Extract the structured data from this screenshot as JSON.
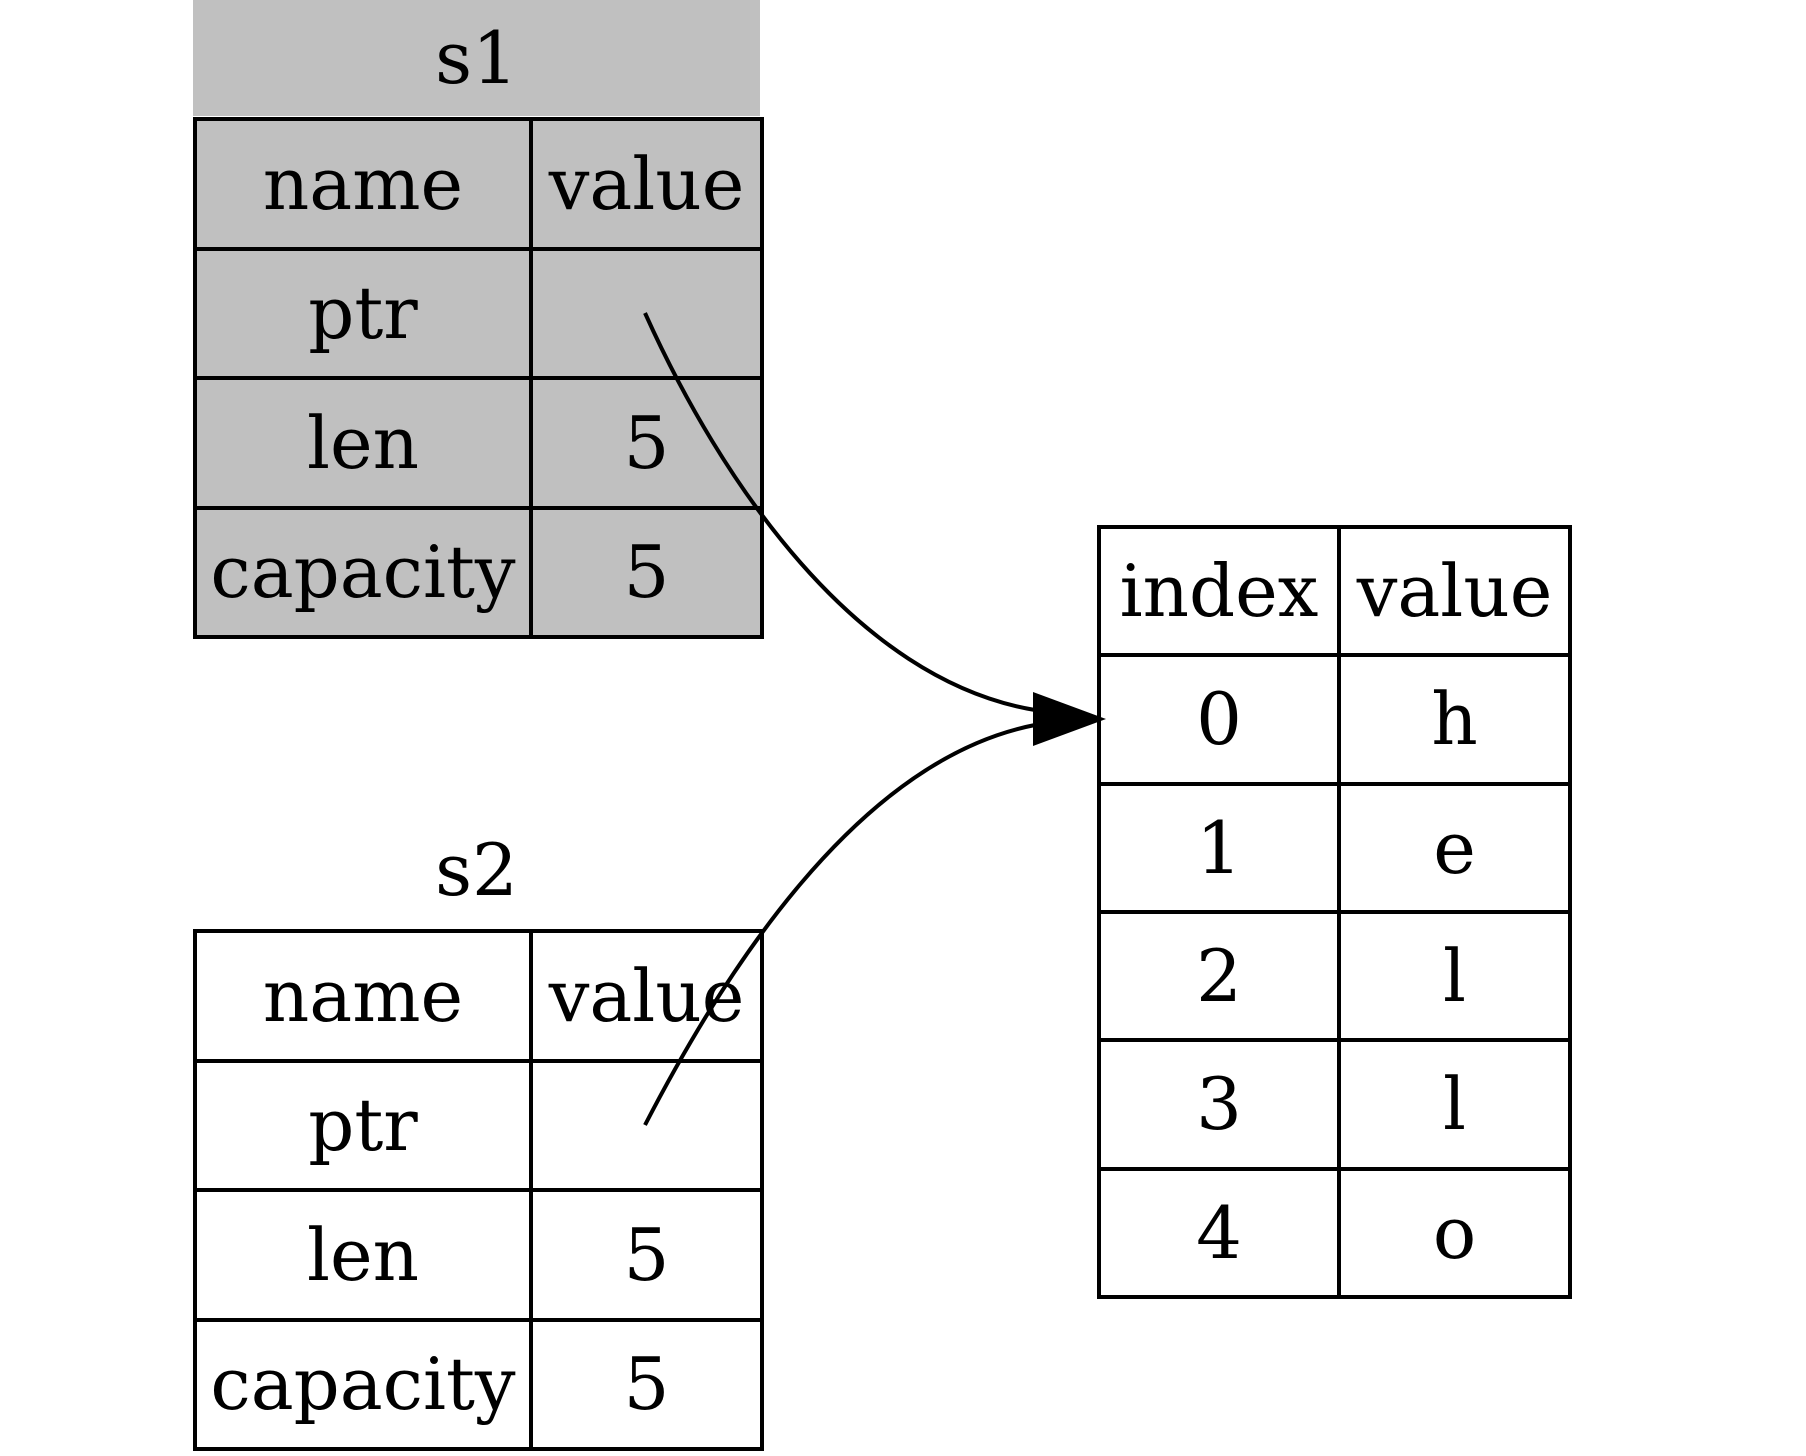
{
  "colors": {
    "shade": "#c0c0c0",
    "line": "#000000",
    "background": "#ffffff"
  },
  "s1": {
    "title": "s1",
    "header": [
      "name",
      "value"
    ],
    "rows": [
      [
        "ptr",
        ""
      ],
      [
        "len",
        "5"
      ],
      [
        "capacity",
        "5"
      ]
    ]
  },
  "s2": {
    "title": "s2",
    "header": [
      "name",
      "value"
    ],
    "rows": [
      [
        "ptr",
        ""
      ],
      [
        "len",
        "5"
      ],
      [
        "capacity",
        "5"
      ]
    ]
  },
  "heap": {
    "header": [
      "index",
      "value"
    ],
    "rows": [
      [
        "0",
        "h"
      ],
      [
        "1",
        "e"
      ],
      [
        "2",
        "l"
      ],
      [
        "3",
        "l"
      ],
      [
        "4",
        "o"
      ]
    ]
  },
  "edges": [
    {
      "from": "s1-ptr",
      "to": "heap-0"
    },
    {
      "from": "s2-ptr",
      "to": "heap-0"
    }
  ]
}
